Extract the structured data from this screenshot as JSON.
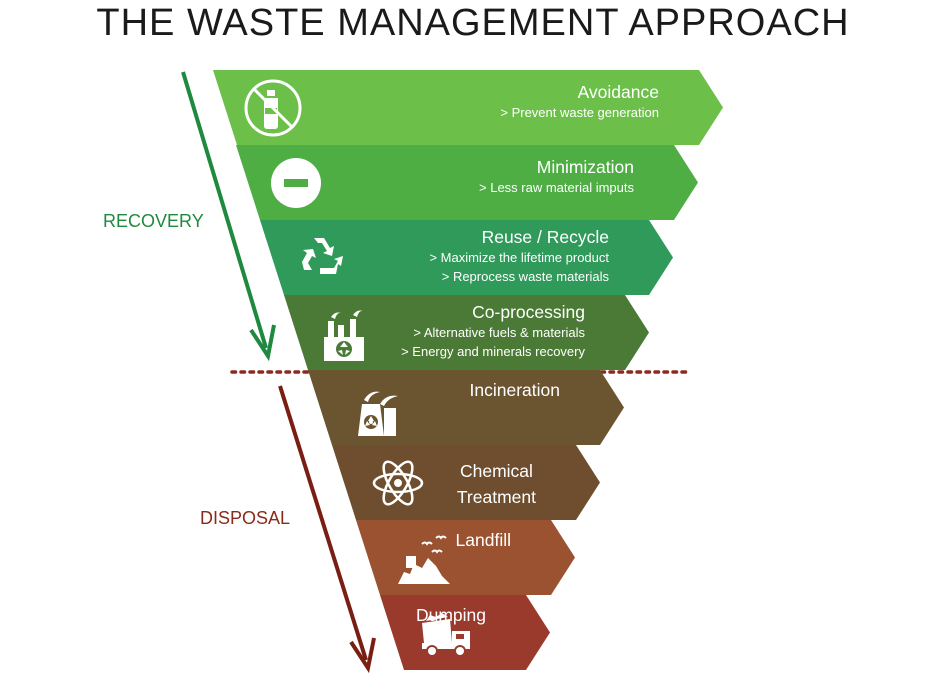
{
  "title": "THE WASTE MANAGEMENT APPROACH",
  "labels": {
    "recovery": "RECOVERY",
    "disposal": "DISPOSAL"
  },
  "colors": {
    "recovery_arrow": "#1f8a3f",
    "disposal_arrow": "#7a1e14",
    "divider": "#8b2a1f"
  },
  "tiers": [
    {
      "name": "Avoidance",
      "lines": [
        "> Prevent waste generation"
      ],
      "color": "#6cc04a",
      "icon": "no-plastic-bottle-icon"
    },
    {
      "name": "Minimization",
      "lines": [
        "> Less raw material imputs"
      ],
      "color": "#4eae44",
      "icon": "minus-circle-icon"
    },
    {
      "name": "Reuse / Recycle",
      "lines": [
        "> Maximize the lifetime product",
        "> Reprocess waste materials"
      ],
      "color": "#2f9a5a",
      "icon": "recycle-icon"
    },
    {
      "name": "Co-processing",
      "lines": [
        "> Alternative fuels & materials",
        "> Energy and minerals recovery"
      ],
      "color": "#4a7a35",
      "icon": "factory-recycle-icon"
    },
    {
      "name": "Incineration",
      "lines": [],
      "color": "#6b5530",
      "icon": "power-plant-icon"
    },
    {
      "name": "Chemical\nTreatment",
      "lines": [],
      "color": "#6e4e2f",
      "icon": "atom-icon"
    },
    {
      "name": "Landfill",
      "lines": [],
      "color": "#9a5230",
      "icon": "landfill-birds-icon"
    },
    {
      "name": "Dumping",
      "lines": [],
      "color": "#9a3a2c",
      "icon": "dump-truck-icon"
    }
  ]
}
